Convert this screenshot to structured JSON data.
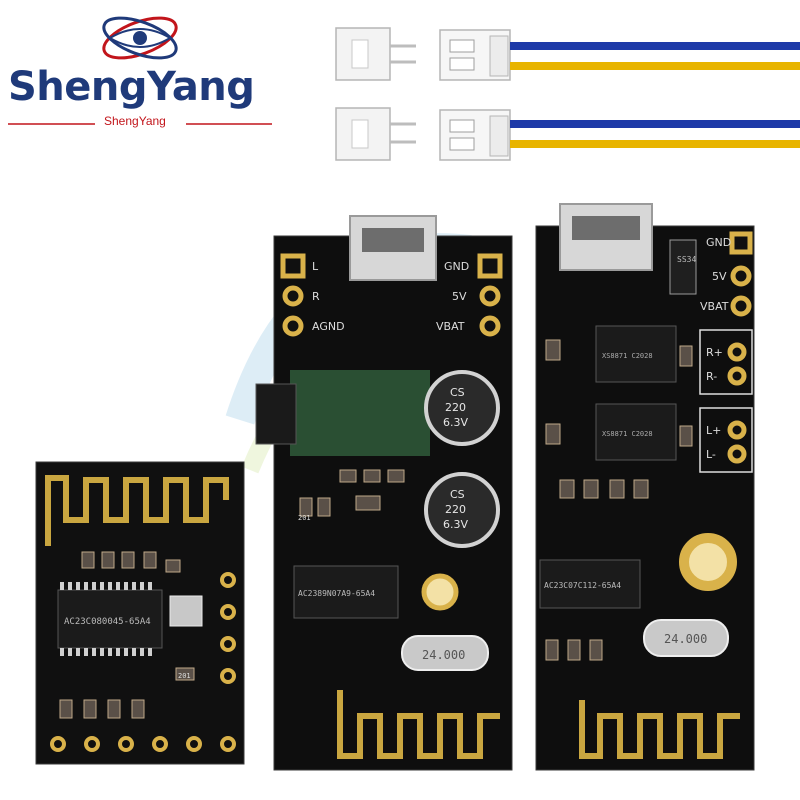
{
  "brand": {
    "name": "ShengYang",
    "subname": "ShengYang",
    "colors": {
      "primary": "#1f3a7a",
      "accent": "#c2151b"
    }
  },
  "cables": [
    {
      "wire_colors": [
        "#1e3aa8",
        "#e8b400"
      ]
    },
    {
      "wire_colors": [
        "#1e3aa8",
        "#e8b400"
      ]
    }
  ],
  "boards": {
    "small": {
      "chip_label": "AC23C080045-65A4",
      "component_label": "201"
    },
    "middle": {
      "pins_left": [
        "L",
        "R",
        "AGND"
      ],
      "pins_right": [
        "GND",
        "5V",
        "VBAT"
      ],
      "capacitor_label": [
        "CS",
        "220",
        "6.3V"
      ],
      "chip_label": "AC2389N07A9-65A4",
      "crystal_label": "24.000",
      "component_label": "201"
    },
    "right": {
      "pins_top": [
        "GND",
        "5V",
        "VBAT"
      ],
      "channel_r": [
        "R+",
        "R-"
      ],
      "channel_l": [
        "L+",
        "L-"
      ],
      "amp_chip_labels": [
        "XS8871 C2028",
        "XS8871 C2028"
      ],
      "diode_label": "SS34",
      "chip_label": "AC23C07C112-65A4",
      "crystal_label": "24.000"
    }
  }
}
